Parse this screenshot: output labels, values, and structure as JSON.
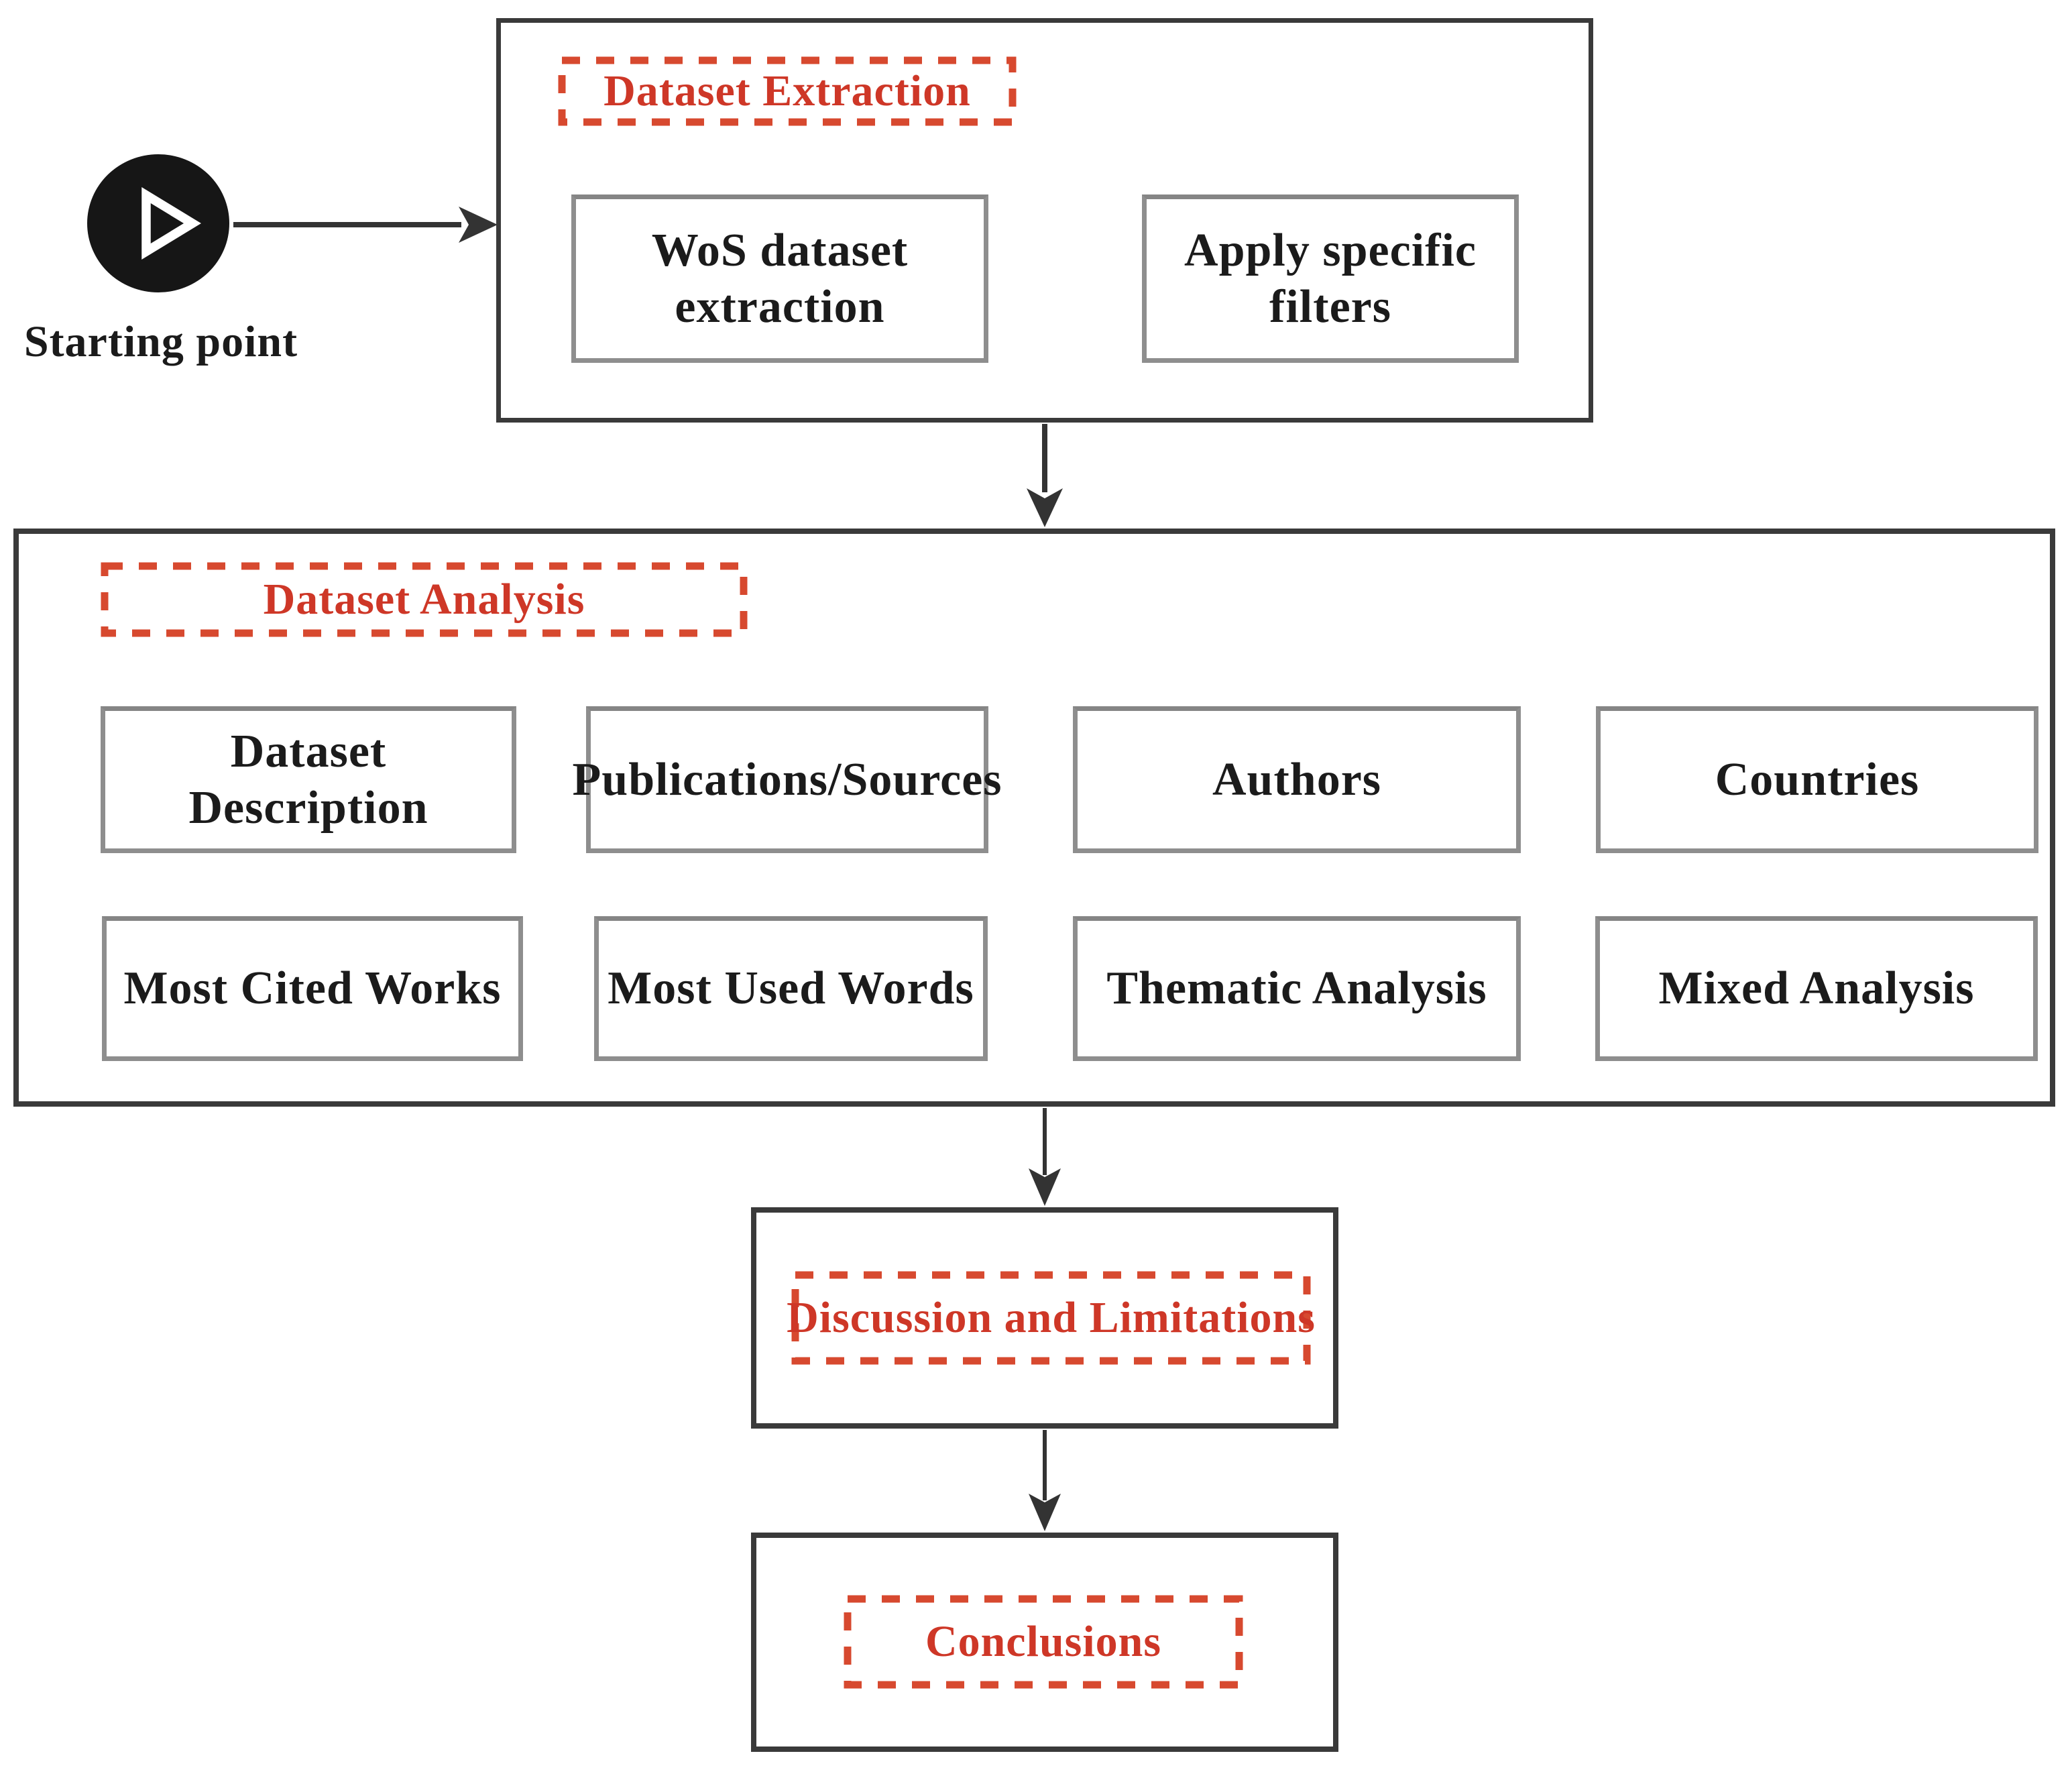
{
  "colors": {
    "accent_red_dash": "#d7492f",
    "accent_red_text": "#ce3727",
    "outer_border": "#3a3a3a",
    "node_border": "#8e8e8e",
    "arrow": "#333333",
    "text": "#1b1b1b",
    "background": "#ffffff"
  },
  "start": {
    "label": "Starting point"
  },
  "extraction": {
    "title": "Dataset Extraction",
    "steps": [
      {
        "label": "WoS dataset extraction"
      },
      {
        "label": "Apply specific filters"
      }
    ]
  },
  "analysis": {
    "title": "Dataset Analysis",
    "row1": [
      {
        "label": "Dataset Description"
      },
      {
        "label": "Publications/Sources"
      },
      {
        "label": "Authors"
      },
      {
        "label": "Countries"
      }
    ],
    "row2": [
      {
        "label": "Most Cited Works"
      },
      {
        "label": "Most Used Words"
      },
      {
        "label": "Thematic Analysis"
      },
      {
        "label": "Mixed Analysis"
      }
    ]
  },
  "discussion": {
    "title": "Discussion and Limitations"
  },
  "conclusions": {
    "title": "Conclusions"
  }
}
